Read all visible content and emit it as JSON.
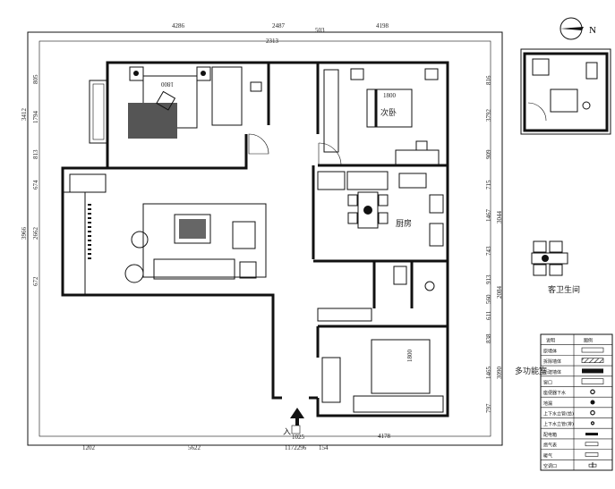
{
  "compass": {
    "label": "N"
  },
  "dimensions": {
    "top_outer": [
      "4286",
      "2487",
      "503",
      "4198"
    ],
    "top_inner": [
      "2313"
    ],
    "bottom_outer": [
      "1202",
      "5622",
      "1172296",
      "154"
    ],
    "bottom_inner": [
      "1025",
      "4178"
    ],
    "left_outer": [
      "3412",
      "3966"
    ],
    "left_inner": [
      "805",
      "1794",
      "813",
      "674",
      "2662",
      "672"
    ],
    "right_inner": [
      "816",
      "3792",
      "909",
      "715",
      "1467",
      "743",
      "913",
      "560",
      "611",
      "838",
      "1465",
      "797"
    ],
    "right_outer": [
      "3044",
      "2084",
      "3090"
    ],
    "bed_width": "1800"
  },
  "rooms": {
    "second_bedroom": "次卧",
    "kitchen": "厨房",
    "guest_bathroom": "客卫生间",
    "multi_room": "多功能室",
    "entrance": "入"
  },
  "legend": {
    "header": [
      "说明",
      "图例"
    ],
    "items": [
      "原墙体",
      "拆除墙体",
      "新建墙体",
      "窗口",
      "座便器下水",
      "地漏",
      "上下水立管(给)",
      "上下水立管(排)",
      "配电箱",
      "燃气表",
      "暖气",
      "空调口"
    ]
  }
}
